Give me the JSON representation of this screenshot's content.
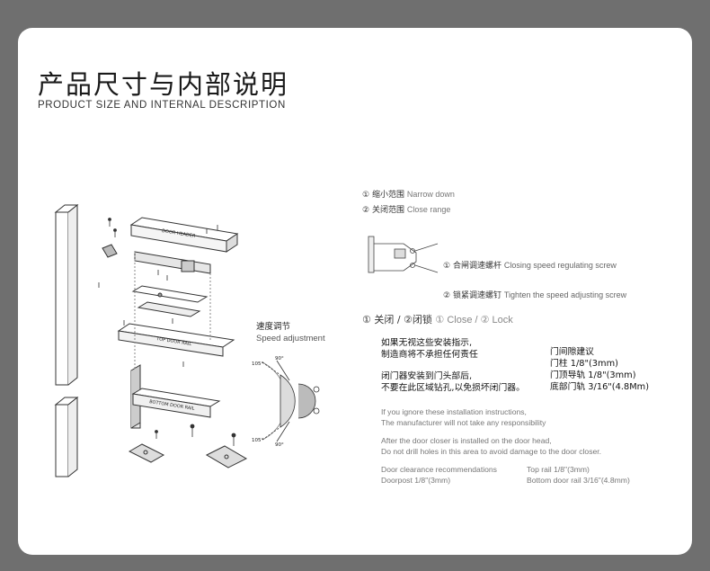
{
  "title": {
    "cn": "产品尺寸与内部说明",
    "en": "PRODUCT SIZE AND INTERNAL DESCRIPTION"
  },
  "diagram": {
    "door_header": "DOOR HEADER",
    "top_rail": "TOP DOOR RAIL",
    "bottom_rail": "BOTTOM DOOR RAIL"
  },
  "speed": {
    "cn": "速度调节",
    "en": "Speed adjustment",
    "angle_105_top": "105°",
    "angle_90_top": "90°",
    "angle_105_bottom": "105°",
    "angle_90_bottom": "90°"
  },
  "legend": [
    {
      "num": "①",
      "cn": "缩小范围",
      "en": "Narrow down"
    },
    {
      "num": "②",
      "cn": "关闭范围",
      "en": "Close range"
    }
  ],
  "screws": [
    {
      "num": "①",
      "cn": "合闸调速螺杆",
      "en": "Closing speed regulating screw"
    },
    {
      "num": "②",
      "cn": "锁紧调速螺钉",
      "en": "Tighten the speed adjusting screw"
    }
  ],
  "close_lock": {
    "cn": "① 关闭 / ②闭锁",
    "en": "① Close / ② Lock"
  },
  "warnings_cn": {
    "line1": "如果无视这些安装指示,",
    "line2": "制造商将不承担任何责任",
    "line3": "闭门器安装到门头部后,",
    "line4": "不要在此区域钻孔,以免损坏闭门器。"
  },
  "clearance_cn": {
    "line1": "门间隙建议",
    "line2": "门柱 1/8\"(3mm)",
    "line3": "门顶导轨 1/8\"(3mm)",
    "line4": "底部门轨 3/16\"(4.8Mm)"
  },
  "warnings_en": {
    "line1": "If you ignore these installation instructions,",
    "line2": "The manufacturer will not take any responsibility",
    "line3": "After the door closer is installed on the door head,",
    "line4": "Do not drill holes in this area to avoid damage to the door closer."
  },
  "clearance_en": {
    "title": "Door clearance recommendations",
    "doorpost": "Doorpost 1/8\"(3mm)",
    "top_rail": "Top rail 1/8\"(3mm)",
    "bottom_rail": "Bottom door rail 3/16\"(4.8mm)"
  }
}
